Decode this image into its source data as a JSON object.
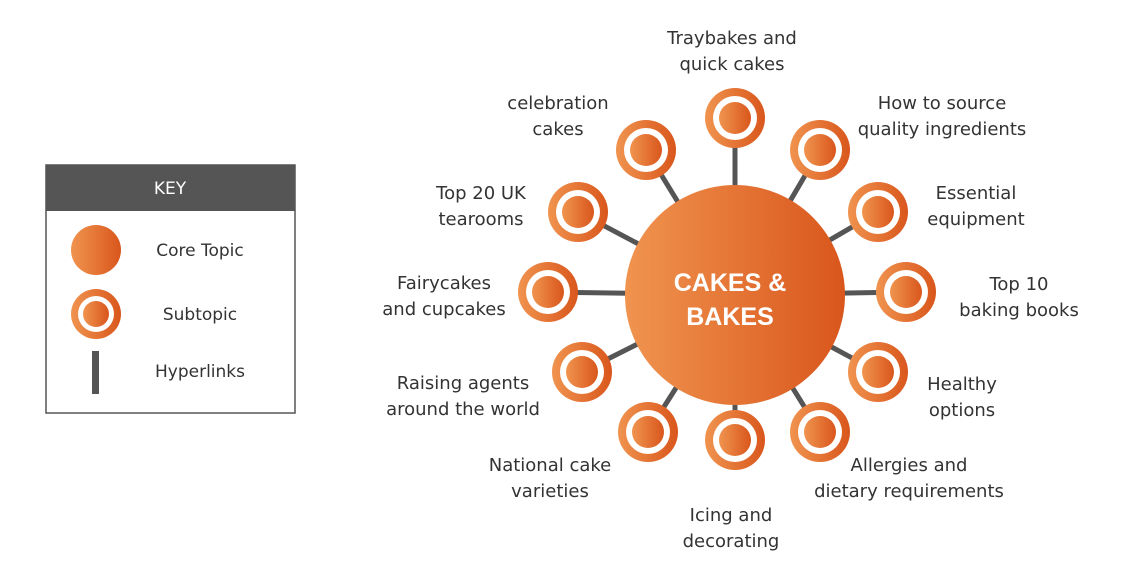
{
  "key": {
    "title": "KEY",
    "items": [
      {
        "label": "Core Topic"
      },
      {
        "label": "Subtopic"
      },
      {
        "label": "Hyperlinks"
      }
    ]
  },
  "core": {
    "line1": "CAKES &",
    "line2": "BAKES"
  },
  "subtopics": [
    {
      "lines": [
        "Traybakes and",
        "quick cakes"
      ]
    },
    {
      "lines": [
        "How to source",
        "quality ingredients"
      ]
    },
    {
      "lines": [
        "Essential",
        "equipment"
      ]
    },
    {
      "lines": [
        "Top 10",
        "baking books"
      ]
    },
    {
      "lines": [
        "Healthy",
        "options"
      ]
    },
    {
      "lines": [
        "Allergies and",
        "dietary requirements"
      ]
    },
    {
      "lines": [
        "Icing and",
        "decorating"
      ]
    },
    {
      "lines": [
        "National cake",
        "varieties"
      ]
    },
    {
      "lines": [
        "Raising agents",
        "around the world"
      ]
    },
    {
      "lines": [
        "Fairycakes",
        "and cupcakes"
      ]
    },
    {
      "lines": [
        "Top 20 UK",
        "tearooms"
      ]
    },
    {
      "lines": [
        "celebration",
        "cakes"
      ]
    }
  ],
  "colors": {
    "orange_light": "#f0944f",
    "orange_dark": "#d9561c",
    "connector": "#555555",
    "key_header": "#555555",
    "text": "#333333"
  }
}
